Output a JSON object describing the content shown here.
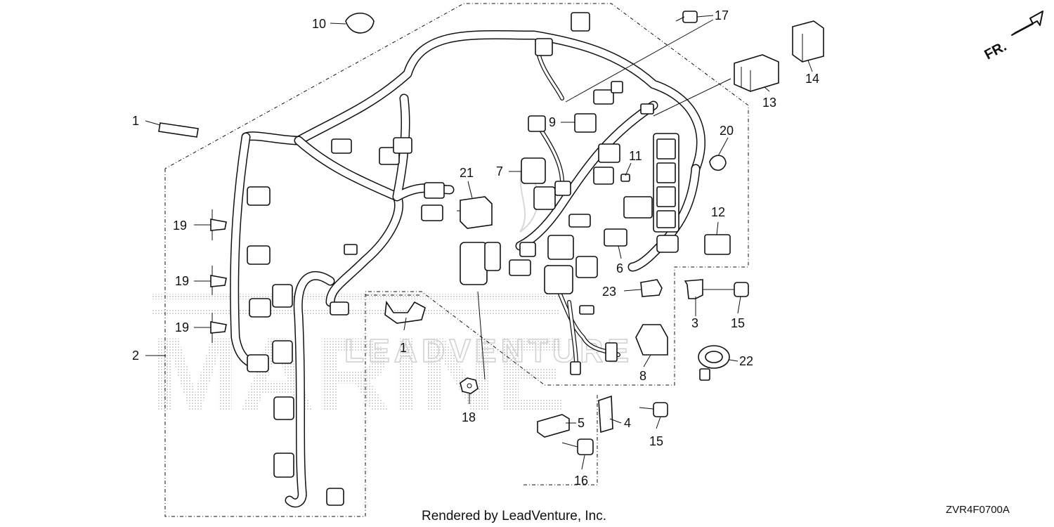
{
  "callouts": [
    {
      "label": "1"
    },
    {
      "label": "1"
    },
    {
      "label": "2"
    },
    {
      "label": "3"
    },
    {
      "label": "4"
    },
    {
      "label": "5"
    },
    {
      "label": "6"
    },
    {
      "label": "7"
    },
    {
      "label": "8"
    },
    {
      "label": "9"
    },
    {
      "label": "10"
    },
    {
      "label": "11"
    },
    {
      "label": "12"
    },
    {
      "label": "13"
    },
    {
      "label": "14"
    },
    {
      "label": "15"
    },
    {
      "label": "15"
    },
    {
      "label": "16"
    },
    {
      "label": "17"
    },
    {
      "label": "18"
    },
    {
      "label": "19"
    },
    {
      "label": "19"
    },
    {
      "label": "19"
    },
    {
      "label": "20"
    },
    {
      "label": "21"
    },
    {
      "label": "22"
    },
    {
      "label": "23"
    }
  ],
  "direction_label": "FR.",
  "footer": {
    "rendered_by": "Rendered by LeadVenture, Inc.",
    "drawing_code": "ZVR4F0700A"
  },
  "watermark": {
    "brand": "MARINE",
    "company": "LEADVENTURE",
    "color": "#c8c8c8"
  },
  "icons": {
    "direction": "forward-arrow-icon"
  }
}
